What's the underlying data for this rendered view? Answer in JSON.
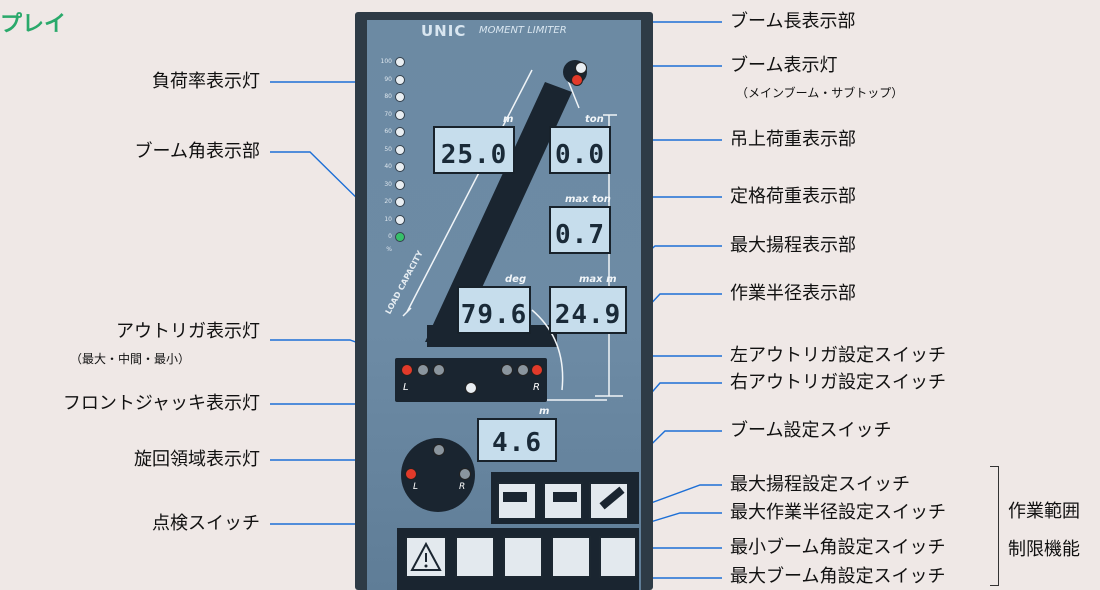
{
  "heading": "プレイ",
  "panel": {
    "brand": "UNIC",
    "brand_sub": "MOMENT LIMITER",
    "load_capacity": "LOAD CAPACITY",
    "scale": [
      "100",
      "90",
      "80",
      "70",
      "60",
      "50",
      "40",
      "30",
      "20",
      "10",
      "0",
      "%"
    ],
    "lcd": {
      "boom_length": {
        "unit": "m",
        "value": "25.0"
      },
      "lift_load": {
        "unit": "ton",
        "value": "0.0"
      },
      "rated_load": {
        "unit": "max ton",
        "value": "0.7"
      },
      "boom_angle": {
        "unit": "deg",
        "value": "79.6"
      },
      "max_height": {
        "unit": "max m",
        "value": "24.9"
      },
      "radius": {
        "unit": "m",
        "value": "4.6"
      }
    },
    "outrigger_letters": {
      "left": "L",
      "right": "R"
    },
    "rotation_letters": {
      "left": "L",
      "right": "R"
    }
  },
  "labels_left": {
    "load_rate_lamp": "負荷率表示灯",
    "boom_angle_display": "ブーム角表示部",
    "outrigger_lamp": "アウトリガ表示灯",
    "outrigger_lamp_sub": "（最大・中間・最小）",
    "front_jack_lamp": "フロントジャッキ表示灯",
    "rotation_area_lamp": "旋回領域表示灯",
    "check_switch": "点検スイッチ"
  },
  "labels_right": {
    "boom_length_display": "ブーム長表示部",
    "boom_lamp": "ブーム表示灯",
    "boom_lamp_sub": "（メインブーム・サブトップ）",
    "lift_load_display": "吊上荷重表示部",
    "rated_load_display": "定格荷重表示部",
    "max_height_display": "最大揚程表示部",
    "radius_display": "作業半径表示部",
    "left_outrigger_switch": "左アウトリガ設定スイッチ",
    "right_outrigger_switch": "右アウトリガ設定スイッチ",
    "boom_setting_switch": "ブーム設定スイッチ",
    "max_height_switch": "最大揚程設定スイッチ",
    "max_radius_switch": "最大作業半径設定スイッチ",
    "min_angle_switch": "最小ブーム角設定スイッチ",
    "max_angle_switch": "最大ブーム角設定スイッチ"
  },
  "group_label": {
    "line1": "作業範囲",
    "line2": "制限機能"
  },
  "colors": {
    "leader": "#1d6fd6",
    "face": "#6d8ba5",
    "lcd": "#c6ddec",
    "lamp_red": "#e23a2a",
    "lamp_green": "#37c06a"
  }
}
